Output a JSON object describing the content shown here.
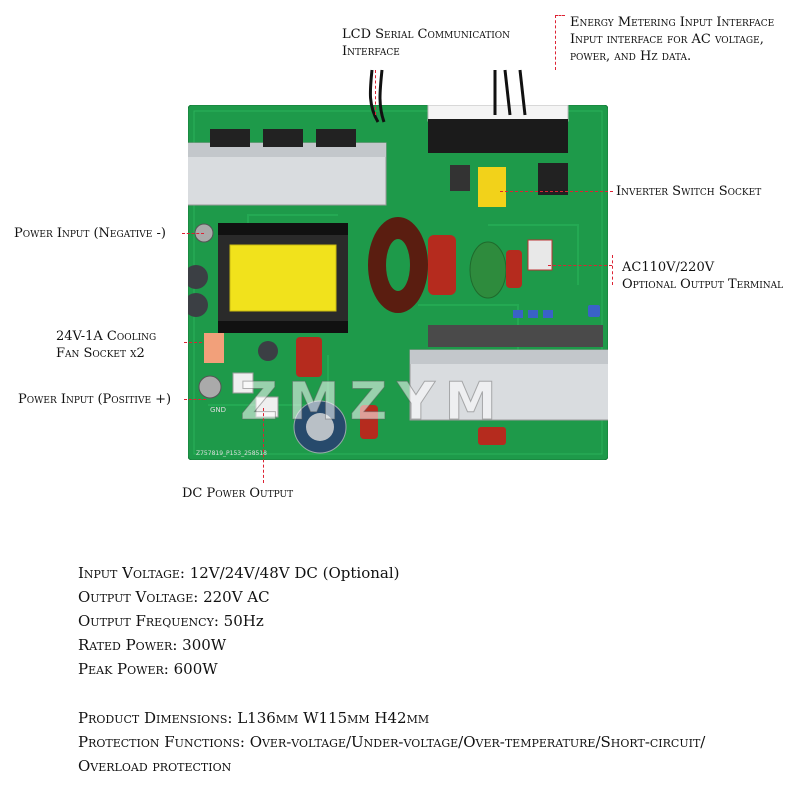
{
  "callouts": {
    "lcd": [
      "LCD Serial Communication",
      "Interface"
    ],
    "energy": [
      "Energy Metering Input Interface",
      "Input interface for AC voltage,",
      "power, and Hz data."
    ],
    "inverter": "Inverter Switch Socket",
    "power_neg": "Power Input (Negative -)",
    "ac_out": [
      "AC110V/220V",
      "Optional Output Terminal"
    ],
    "fan": [
      "24V-1A Cooling",
      "Fan Socket x2"
    ],
    "power_pos": "Power Input (Positive +)",
    "dc_out": "DC Power Output"
  },
  "watermark": "ZMZYM",
  "board_silkscreen": [
    "GND",
    "Z757819_P153_258518"
  ],
  "specs": [
    {
      "label": "Input Voltage",
      "value": "12V/24V/48V DC (Optional)"
    },
    {
      "label": "Output Voltage",
      "value": "220V AC"
    },
    {
      "label": "Output Frequency",
      "value": "50Hz"
    },
    {
      "label": "Rated Power",
      "value": "300W"
    },
    {
      "label": "Peak Power",
      "value": "600W"
    }
  ],
  "details": {
    "dimensions_label": "Product Dimensions",
    "dimensions_value": "L136mm W115mm H42mm",
    "protection_label": "Protection Functions",
    "protection_value_1": "Over-voltage/Under-voltage/Over-temperature/Short-circuit/",
    "protection_value_2": "Overload protection"
  },
  "colors": {
    "board": "#1e9a4a",
    "transformer": "#f1e21c",
    "callout_line": "#dd2233"
  }
}
